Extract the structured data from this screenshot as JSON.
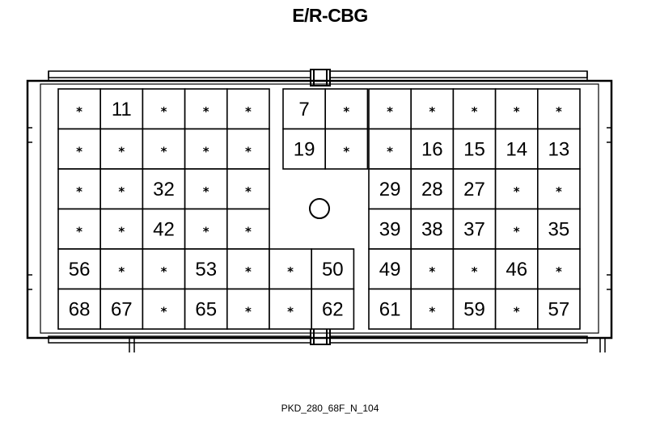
{
  "title": "E/R-CBG",
  "footer_code": "PKD_280_68F_N_104",
  "left_block": [
    [
      "*",
      "11",
      "*",
      "*",
      "*"
    ],
    [
      "*",
      "*",
      "*",
      "*",
      "*"
    ],
    [
      "*",
      "*",
      "32",
      "*",
      "*"
    ],
    [
      "*",
      "*",
      "42",
      "*",
      "*"
    ],
    [
      "56",
      "*",
      "*",
      "53",
      "*",
      "*",
      "50"
    ],
    [
      "68",
      "67",
      "*",
      "65",
      "*",
      "*",
      "62"
    ]
  ],
  "middle_block": [
    [
      "7",
      "*"
    ],
    [
      "19",
      "*"
    ]
  ],
  "right_block": [
    [
      "*",
      "*",
      "*",
      "*",
      "*"
    ],
    [
      "*",
      "16",
      "15",
      "14",
      "13"
    ],
    [
      "29",
      "28",
      "27",
      "*",
      "*"
    ],
    [
      "39",
      "38",
      "37",
      "*",
      "35"
    ],
    [
      "49",
      "*",
      "*",
      "46",
      "*"
    ],
    [
      "61",
      "*",
      "59",
      "*",
      "57"
    ]
  ]
}
